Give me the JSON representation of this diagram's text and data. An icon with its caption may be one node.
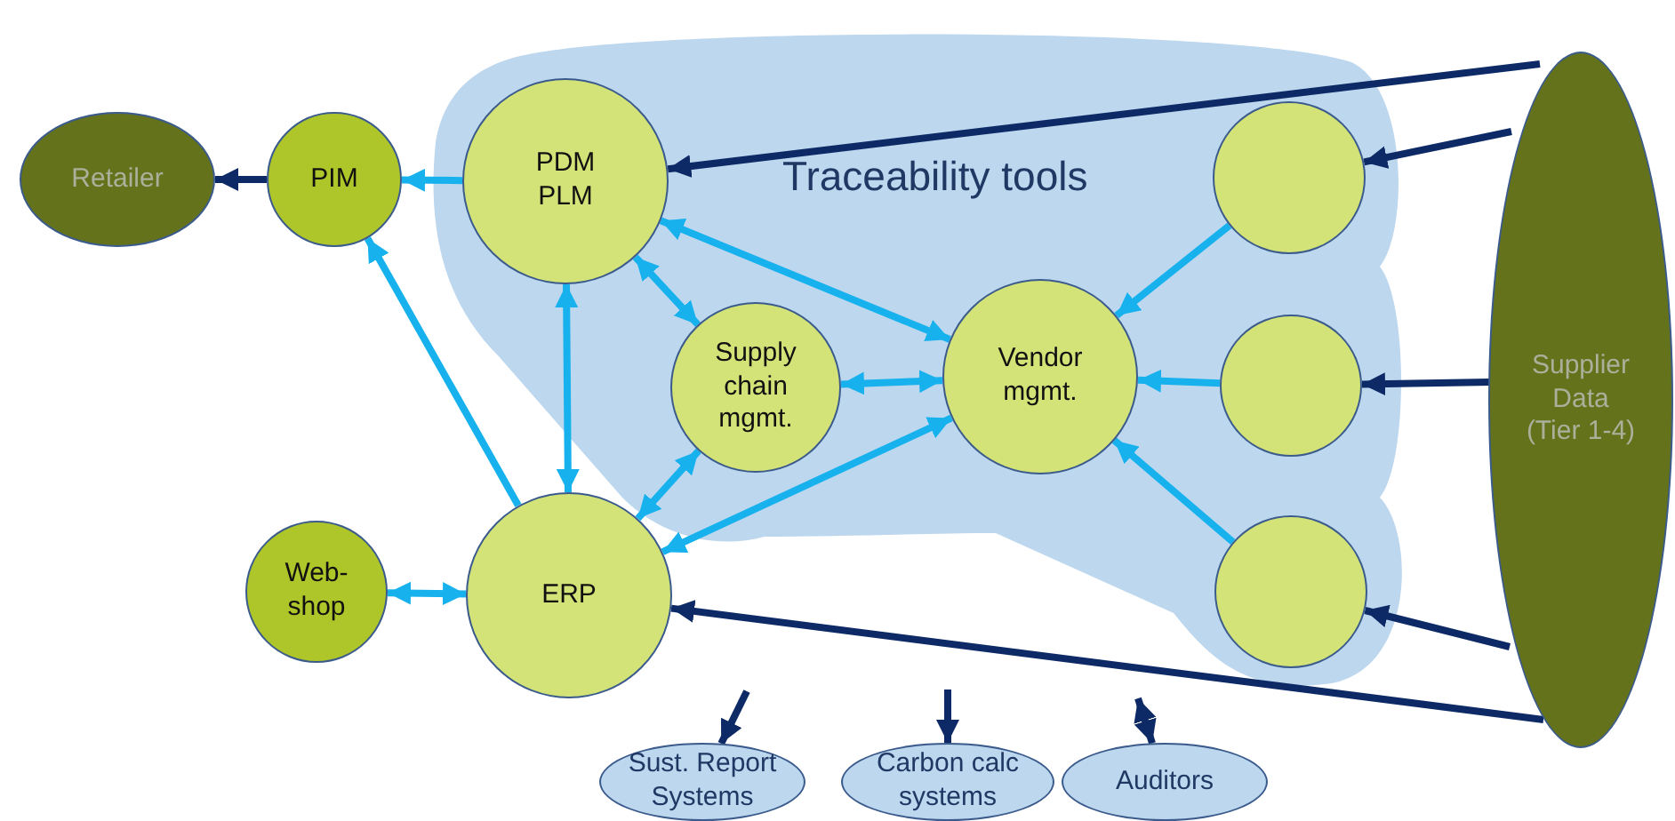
{
  "diagram": {
    "nodes": [
      {
        "text": [
          "Traceability tools"
        ]
      },
      {
        "text": [
          "Retailer"
        ]
      },
      {
        "text": [
          "PIM"
        ]
      },
      {
        "text": [
          "PDM PLM"
        ],
        "in": 0
      },
      {
        "text": [
          "Supply chain mgmt."
        ],
        "in": 0
      },
      {
        "text": [
          "Vendor mgmt."
        ],
        "in": 0
      },
      {
        "text": [],
        "shape": "circle",
        "in": 0
      },
      {
        "text": [],
        "shape": "circle",
        "in": 0
      },
      {
        "text": [],
        "shape": "circle",
        "in": 0
      },
      {
        "text": [
          "Web-shop"
        ]
      },
      {
        "text": [
          "ERP"
        ]
      },
      {
        "text": [
          "Supplier Data (Tier 1-4)"
        ]
      },
      {
        "text": [
          "Sust. Report Systems"
        ]
      },
      {
        "text": [
          "Carbon calc systems"
        ]
      },
      {
        "text": [
          "Auditors"
        ]
      }
    ],
    "edges": [
      {
        "from": 2,
        "to": 1,
        "arrow": "to",
        "color": "#0d2a66"
      },
      {
        "from": 3,
        "to": 2,
        "arrow": "to"
      },
      {
        "from": 10,
        "to": 2,
        "arrow": "to"
      },
      {
        "from": 3,
        "to": 10,
        "arrow": "both"
      },
      {
        "from": 3,
        "to": 4,
        "arrow": "both"
      },
      {
        "from": 5,
        "to": 3,
        "arrow": "both"
      },
      {
        "from": 4,
        "to": 5,
        "arrow": "both"
      },
      {
        "from": 4,
        "to": 10,
        "arrow": "both"
      },
      {
        "from": 5,
        "to": 10,
        "arrow": "both"
      },
      {
        "from": 6,
        "to": 5,
        "arrow": "to"
      },
      {
        "from": 7,
        "to": 5,
        "arrow": "to"
      },
      {
        "from": 8,
        "to": 5,
        "arrow": "to"
      },
      {
        "from": 9,
        "to": 10,
        "arrow": "both"
      },
      {
        "from": 11,
        "to": 3,
        "arrow": "to",
        "color": "#0d2a66"
      },
      {
        "from": 11,
        "to": 6,
        "arrow": "to",
        "color": "#0d2a66"
      },
      {
        "from": 11,
        "to": 7,
        "arrow": "to",
        "color": "#0d2a66"
      },
      {
        "from": 11,
        "to": 8,
        "arrow": "to",
        "color": "#0d2a66"
      },
      {
        "from": 11,
        "to": 10,
        "arrow": "to",
        "color": "#0d2a66"
      },
      {
        "from": null,
        "to": 12,
        "arrow": "to",
        "color": "#0d2a66"
      },
      {
        "from": null,
        "to": 13,
        "arrow": "to",
        "color": "#0d2a66"
      },
      {
        "from": null,
        "to": 14,
        "arrow": "both",
        "color": "#0d2a66"
      }
    ]
  }
}
